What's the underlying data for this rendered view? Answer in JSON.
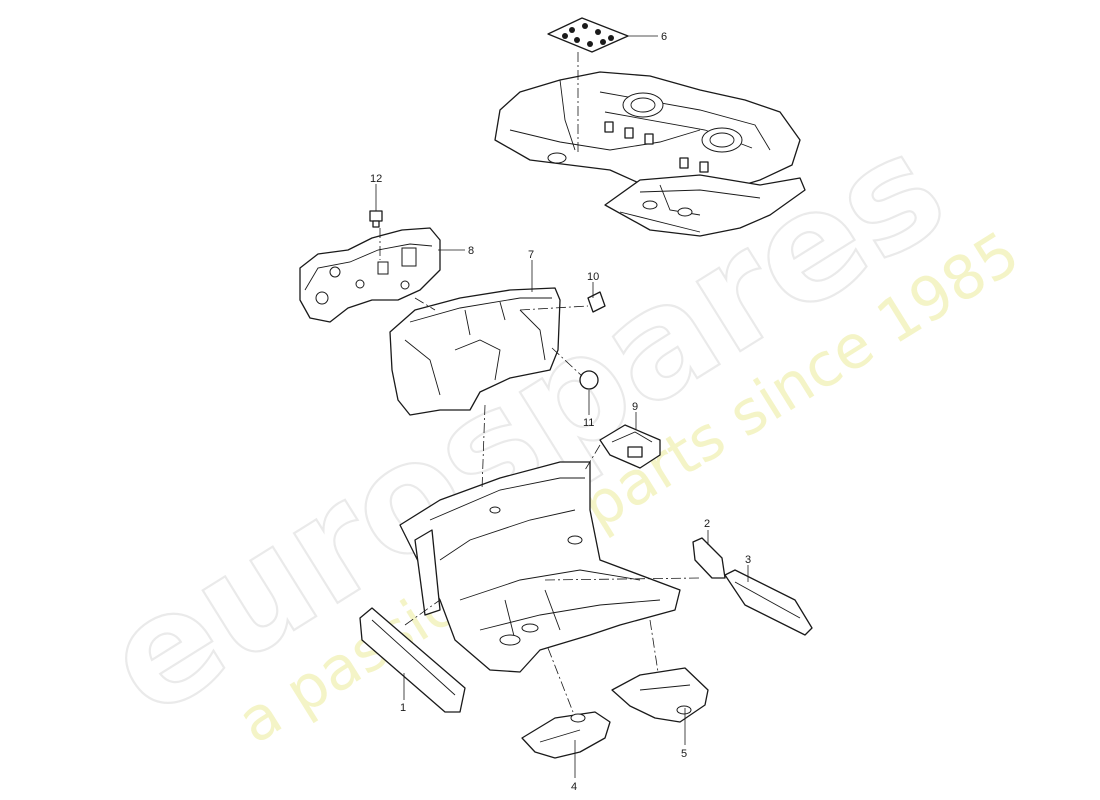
{
  "watermark": {
    "brand": "eurospares",
    "tagline": "a passion for parts since 1985",
    "brand_color": "#d9d9d9",
    "tagline_color": "#ecec9a"
  },
  "callouts": [
    {
      "id": "1",
      "text": "1"
    },
    {
      "id": "2",
      "text": "2"
    },
    {
      "id": "3",
      "text": "3"
    },
    {
      "id": "4",
      "text": "4"
    },
    {
      "id": "5",
      "text": "5"
    },
    {
      "id": "6",
      "text": "6"
    },
    {
      "id": "7",
      "text": "7"
    },
    {
      "id": "8",
      "text": "8"
    },
    {
      "id": "9",
      "text": "9"
    },
    {
      "id": "10",
      "text": "10"
    },
    {
      "id": "11",
      "text": "11"
    },
    {
      "id": "12",
      "text": "12"
    }
  ]
}
